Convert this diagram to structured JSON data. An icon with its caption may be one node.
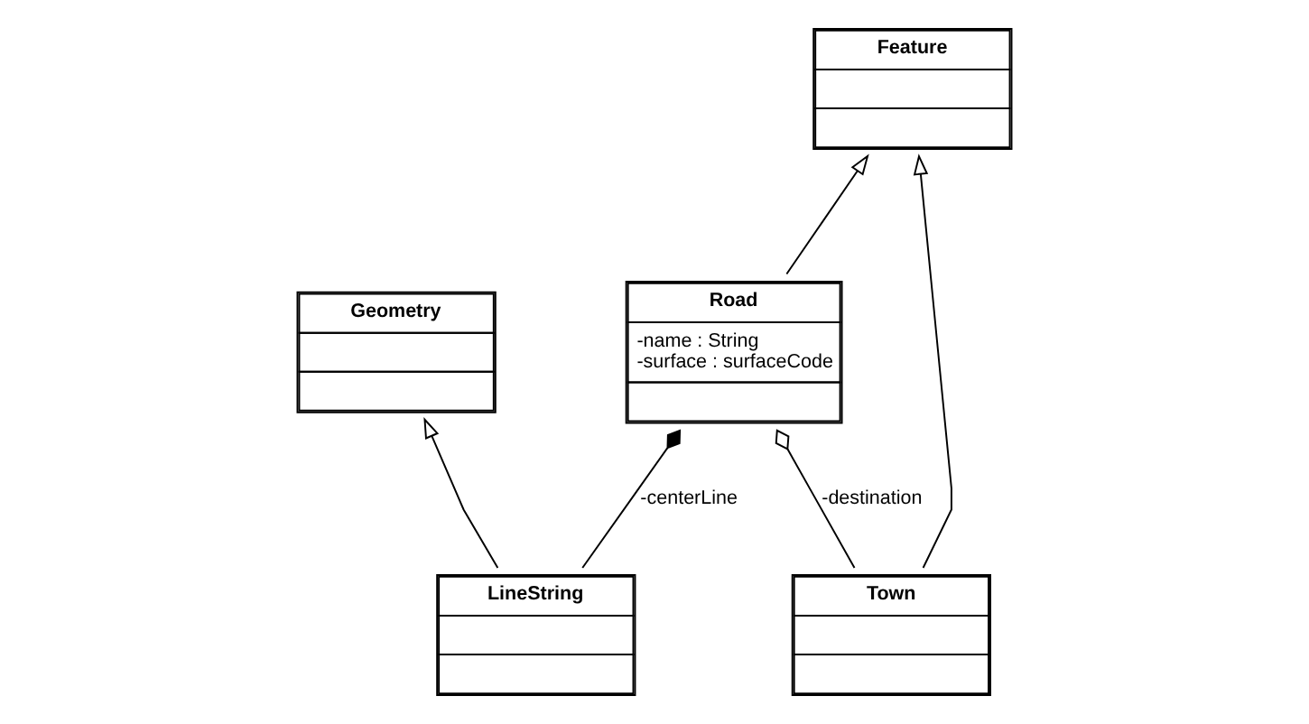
{
  "diagram": {
    "nodes": [
      {
        "text": [
          "Geometry"
        ]
      },
      {
        "text": [
          "LineString"
        ]
      },
      {
        "text": [
          "Road",
          "-name : String",
          "-surface : surfaceCode"
        ]
      },
      {
        "text": [
          "Town"
        ]
      },
      {
        "text": [
          "Feature"
        ]
      }
    ],
    "edges": [
      {
        "from": 1,
        "to": 0,
        "arrow": "to"
      },
      {
        "from": 2,
        "to": 1,
        "arrow": "other",
        "label": "-centerLine"
      },
      {
        "from": 2,
        "to": 3,
        "arrow": "other",
        "label": "-destination"
      },
      {
        "from": 2,
        "to": 4,
        "arrow": "to"
      },
      {
        "from": 3,
        "to": 4,
        "arrow": "to"
      }
    ]
  }
}
